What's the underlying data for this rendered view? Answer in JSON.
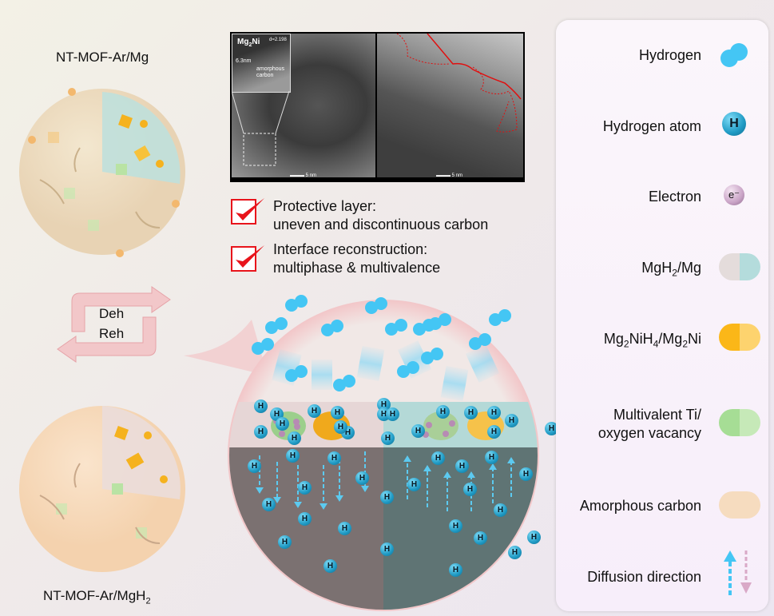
{
  "spheres": {
    "top_label": "NT-MOF-Ar/Mg",
    "bottom_label": [
      "NT-MOF-Ar/MgH",
      "2"
    ]
  },
  "cycle": {
    "dehydrogenation": "Deh",
    "rehydrogenation": "Reh"
  },
  "tem": {
    "inset_phase": [
      "Mg",
      "2",
      "Ni"
    ],
    "inset_spacing": "d=2.198",
    "inset_thickness": "6.3nm",
    "inset_layer": [
      "amorphous",
      "carbon"
    ],
    "scale_left": "5 nm",
    "scale_right": "5 nm"
  },
  "findings": [
    {
      "line1": "Protective layer:",
      "line2": "uneven and discontinuous carbon"
    },
    {
      "line1": "Interface reconstruction:",
      "line2": "multiphase & multivalence"
    }
  ],
  "mechanism": {
    "h_label": "H"
  },
  "legend": {
    "items": [
      {
        "label": [
          "Hydrogen"
        ],
        "icon": "hydrogen-molecule-icon"
      },
      {
        "label": [
          "Hydrogen atom"
        ],
        "icon": "hydrogen-atom-icon",
        "glyph": "H"
      },
      {
        "label": [
          "Electron"
        ],
        "icon": "electron-icon",
        "glyph": "e⁻"
      },
      {
        "label": [
          "MgH",
          "2",
          "/Mg"
        ],
        "icon": "mgh2-mg-pill-icon",
        "colors": [
          "#e4dcdb",
          "#b4dcdc"
        ]
      },
      {
        "label": [
          "Mg",
          "2",
          "NiH",
          "4",
          "/Mg",
          "2",
          "Ni"
        ],
        "icon": "mg2nih4-mg2ni-pill-icon",
        "colors": [
          "#fbb718",
          "#fdd36e"
        ]
      },
      {
        "label": [
          "Multivalent Ti/",
          "oxygen vacancy"
        ],
        "icon": "ti-vacancy-pill-icon",
        "colors": [
          "#a6dd95",
          "#c6e9b8"
        ]
      },
      {
        "label": [
          "Amorphous carbon"
        ],
        "icon": "amorphous-carbon-pill-icon",
        "colors": [
          "#f6dcbf",
          "#f6dcbf"
        ]
      },
      {
        "label": [
          "Diffusion direction"
        ],
        "icon": "diffusion-arrows-icon"
      }
    ]
  },
  "colors": {
    "hydrogen": "#44c6f4",
    "check": "#e8141b",
    "cycle": "#e9a3a8"
  }
}
